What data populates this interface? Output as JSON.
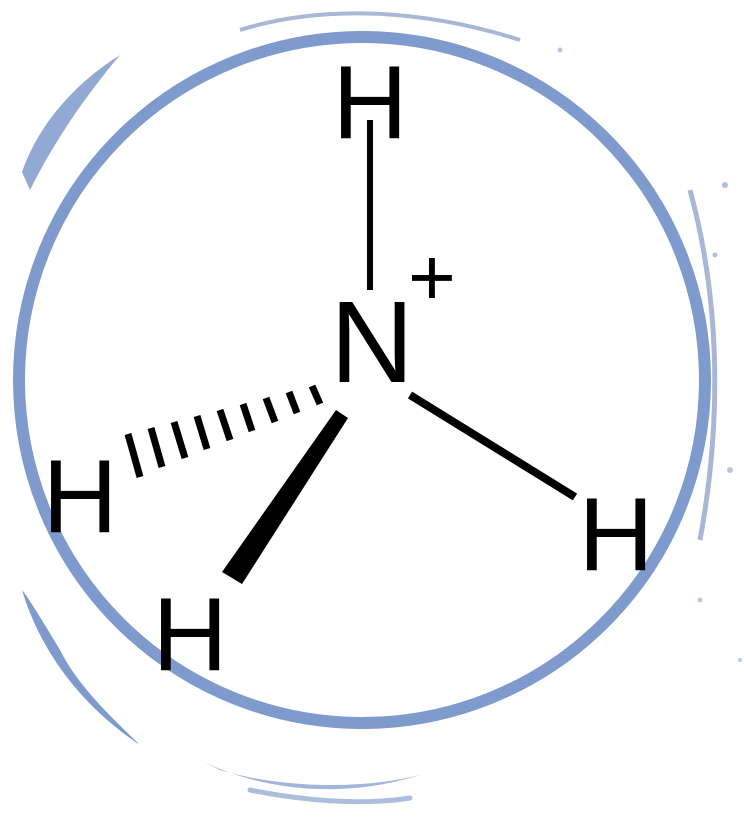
{
  "molecule": {
    "center_atom": {
      "symbol": "N",
      "charge": "+"
    },
    "hydrogens": [
      {
        "symbol": "H",
        "bond": "single"
      },
      {
        "symbol": "H",
        "bond": "hashed-wedge"
      },
      {
        "symbol": "H",
        "bond": "solid-wedge"
      },
      {
        "symbol": "H",
        "bond": "single"
      }
    ]
  },
  "colors": {
    "ring": "#7f9acd",
    "ring_dark": "#6f86b8",
    "ink": "#000000",
    "background": "#ffffff"
  }
}
